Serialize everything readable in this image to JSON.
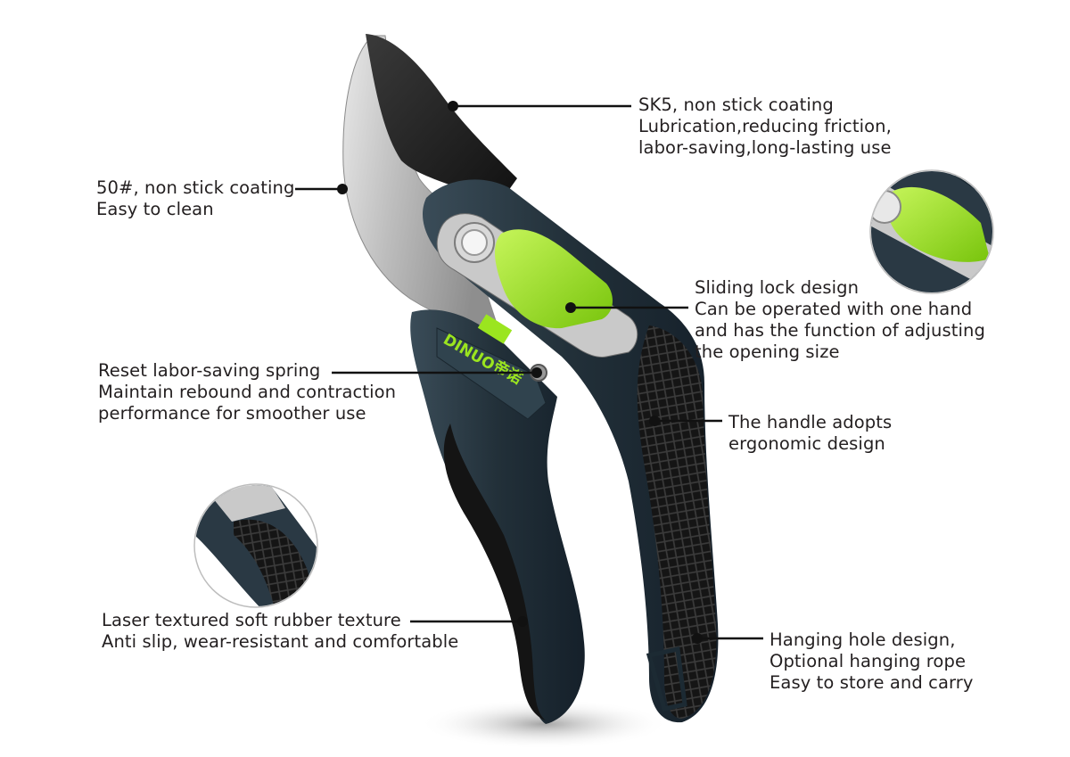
{
  "brand": {
    "logo_text": "DINUO",
    "logo_cn": "帝诺",
    "accent": "#9be51f",
    "handle_color": "#2a3944"
  },
  "callouts": {
    "blade_top": {
      "lines": [
        "SK5, non stick coating",
        "Lubrication,reducing friction,",
        "labor-saving,long-lasting use"
      ]
    },
    "blade_left": {
      "lines": [
        "50#, non stick coating",
        "Easy to clean"
      ]
    },
    "sliding_lock": {
      "lines": [
        "Sliding lock design",
        "Can be operated with one hand",
        "and has the function of adjusting",
        "the opening size"
      ]
    },
    "spring": {
      "lines": [
        "Reset labor-saving spring",
        "Maintain rebound and contraction",
        "performance for smoother use"
      ]
    },
    "handle": {
      "lines": [
        "The handle adopts",
        "ergonomic design"
      ]
    },
    "rubber": {
      "lines": [
        "Laser textured soft rubber texture",
        "Anti slip, wear-resistant and comfortable"
      ]
    },
    "hanging": {
      "lines": [
        "Hanging hole design,",
        "Optional hanging rope",
        "Easy to store and carry"
      ]
    }
  }
}
